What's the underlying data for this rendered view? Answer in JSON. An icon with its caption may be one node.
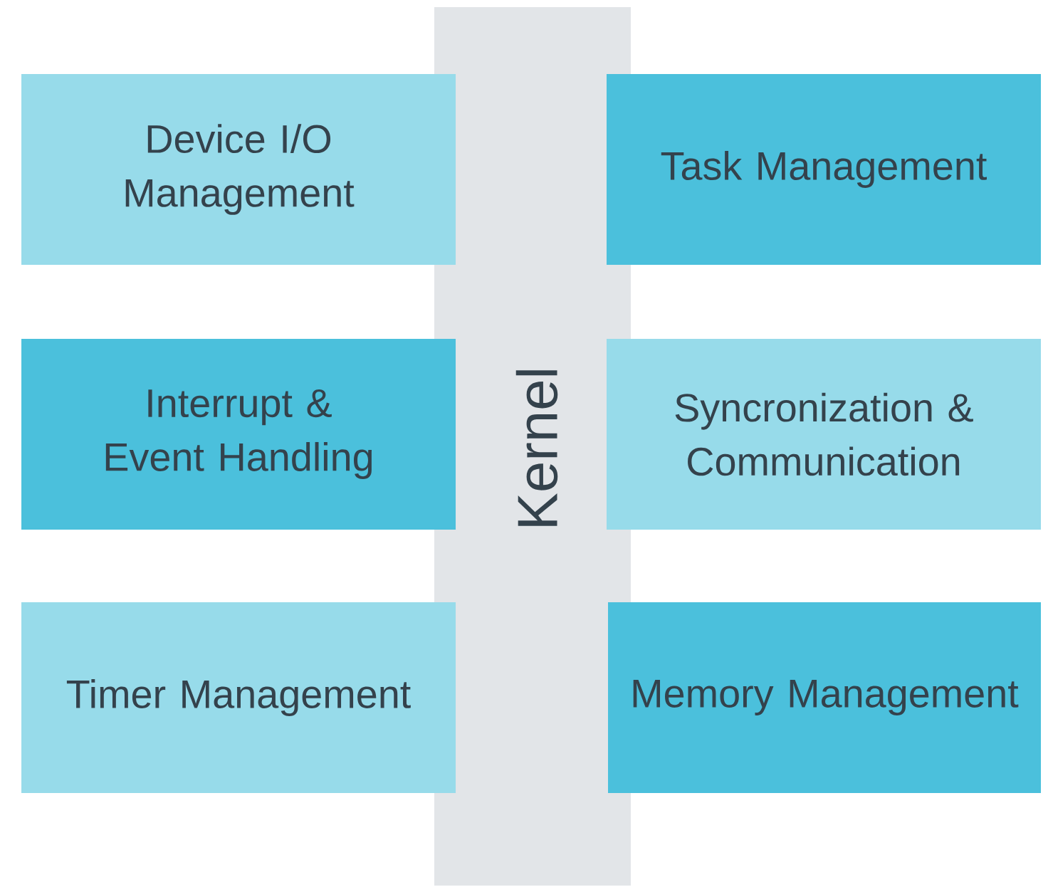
{
  "diagram": {
    "nodes": [
      {
        "text": [
          "Kernel"
        ]
      },
      {
        "text": [
          "Device I/O Management"
        ]
      },
      {
        "text": [
          "Task Management"
        ]
      },
      {
        "text": [
          "Interrupt & Event Handling"
        ]
      },
      {
        "text": [
          "Syncronization & Communication"
        ]
      },
      {
        "text": [
          "Timer Management"
        ]
      },
      {
        "text": [
          "Memory Management"
        ]
      }
    ]
  }
}
